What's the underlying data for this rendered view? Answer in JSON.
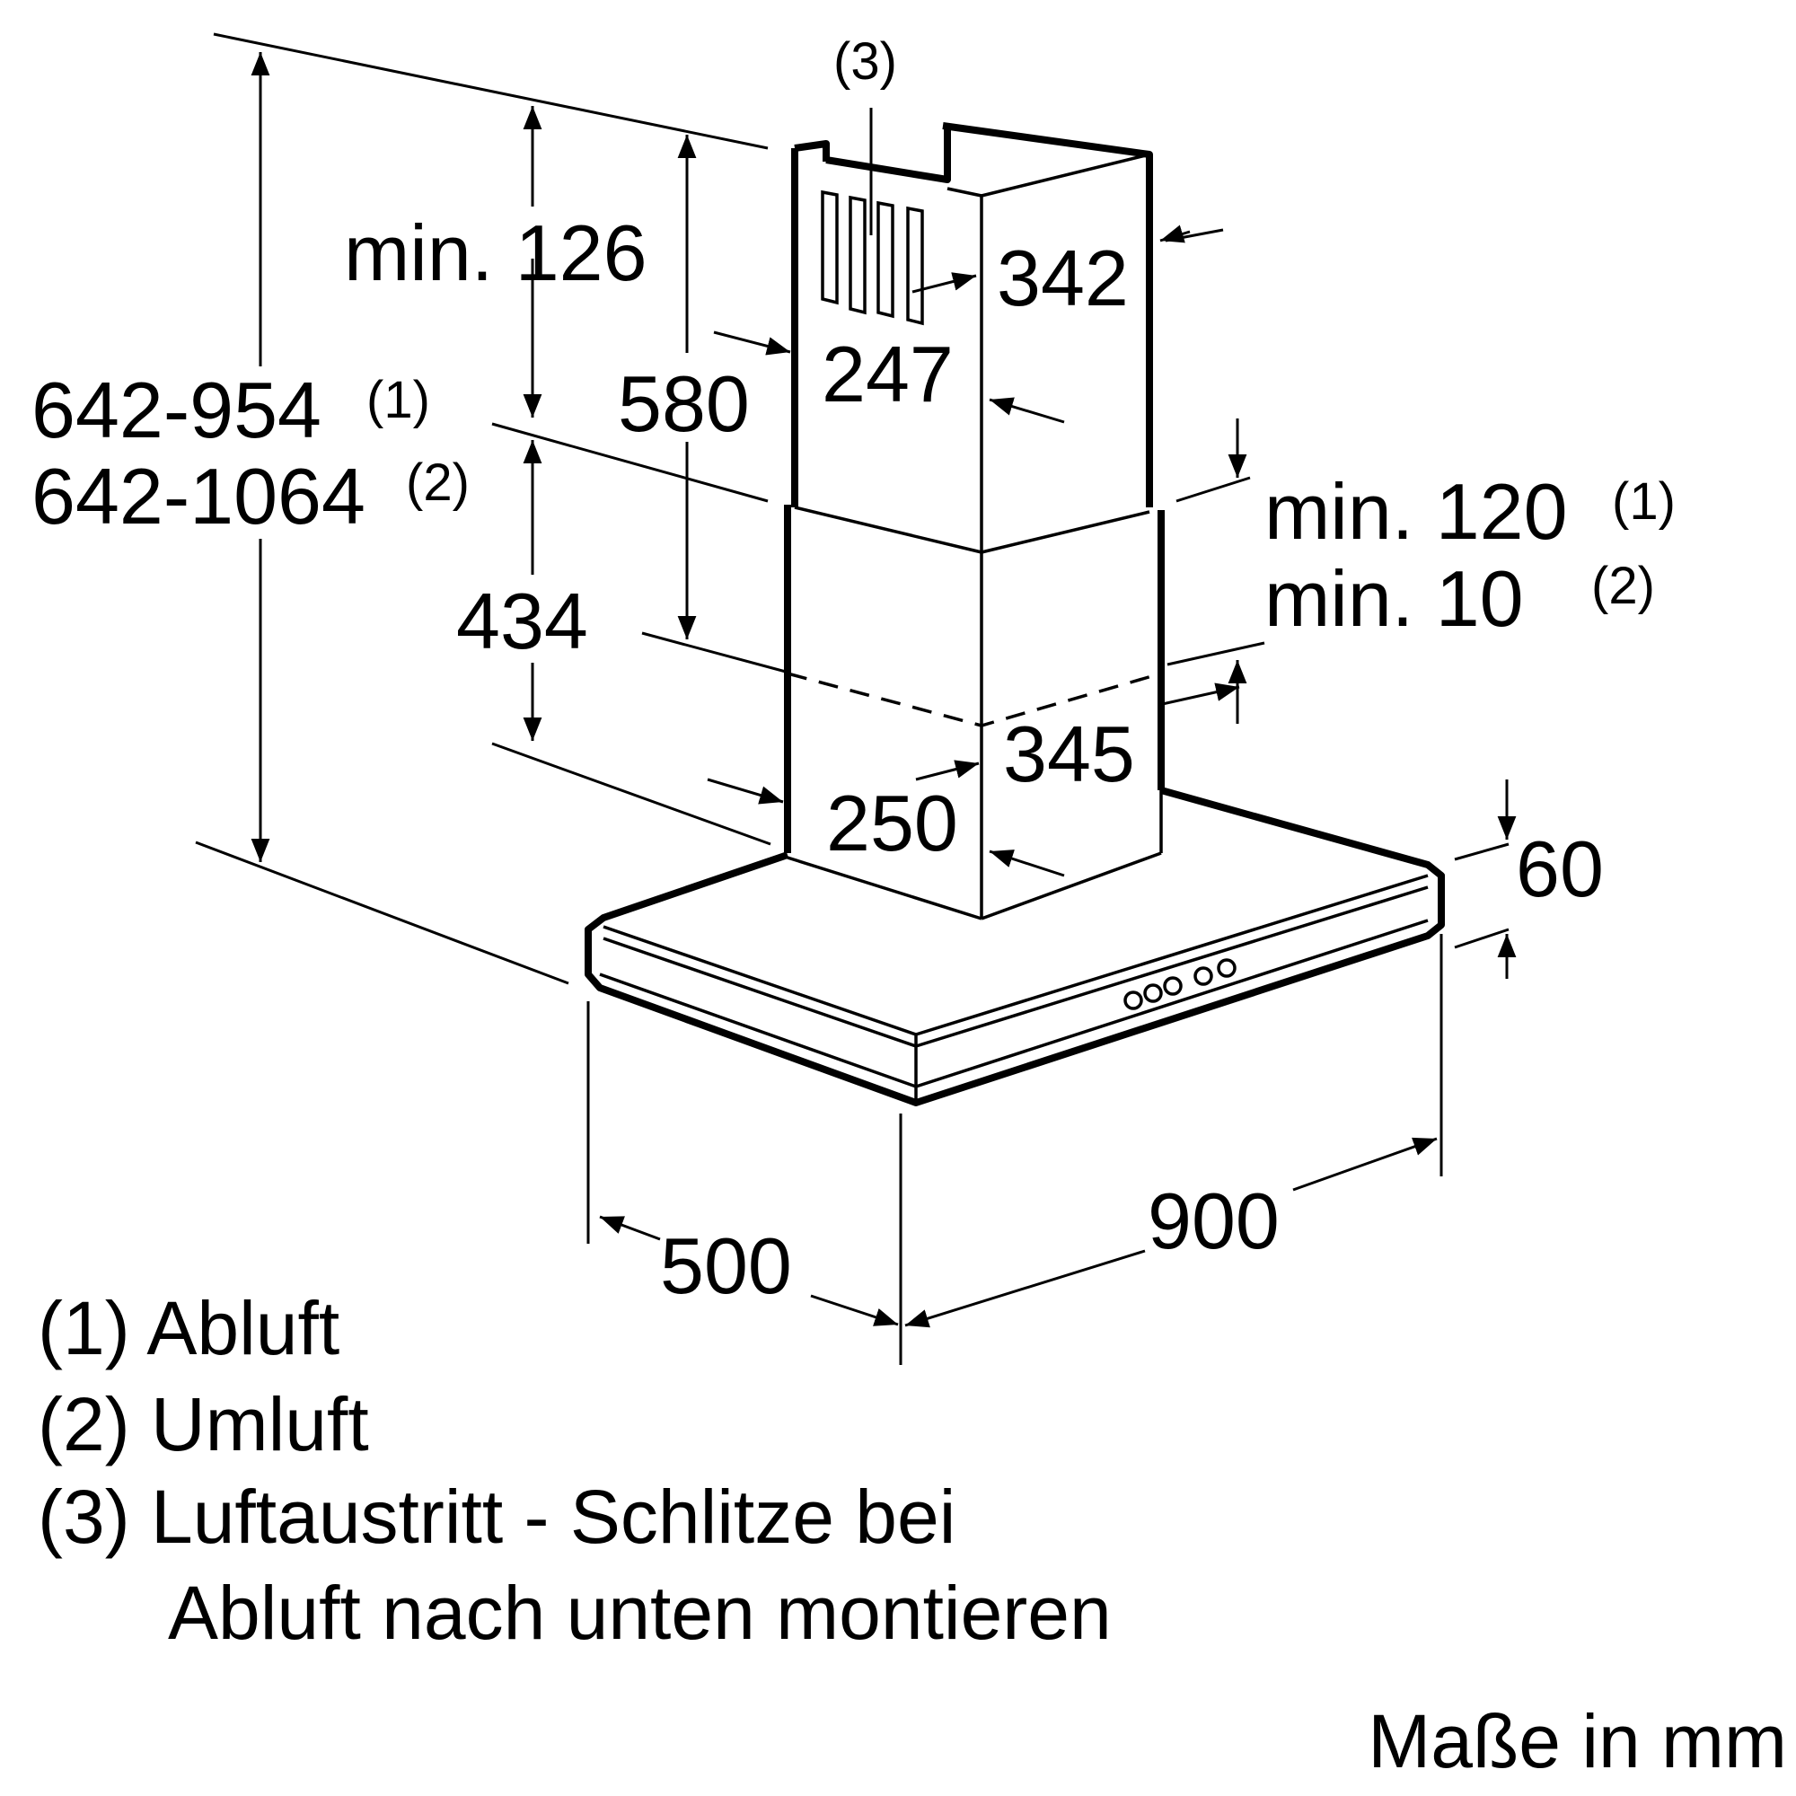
{
  "dimensions": {
    "total_height_1": "642-954",
    "total_height_1_note": "(1)",
    "total_height_2": "642-1064",
    "total_height_2_note": "(2)",
    "min_gap_top": "min. 126",
    "chimney_height": "580",
    "lower_chimney": "434",
    "upper_depth": "342",
    "upper_width": "247",
    "lower_depth": "345",
    "lower_width": "250",
    "min_gap_1": "min. 120",
    "min_gap_1_note": "(1)",
    "min_gap_2": "min. 10",
    "min_gap_2_note": "(2)",
    "canopy_height": "60",
    "depth": "500",
    "width": "900",
    "slots_label": "(3)"
  },
  "legend": {
    "item1": "(1) Abluft",
    "item2": "(2) Umluft",
    "item3_line1": "(3) Luftaustritt - Schlitze bei",
    "item3_line2": "Abluft nach unten montieren"
  },
  "units": "Maße in mm"
}
